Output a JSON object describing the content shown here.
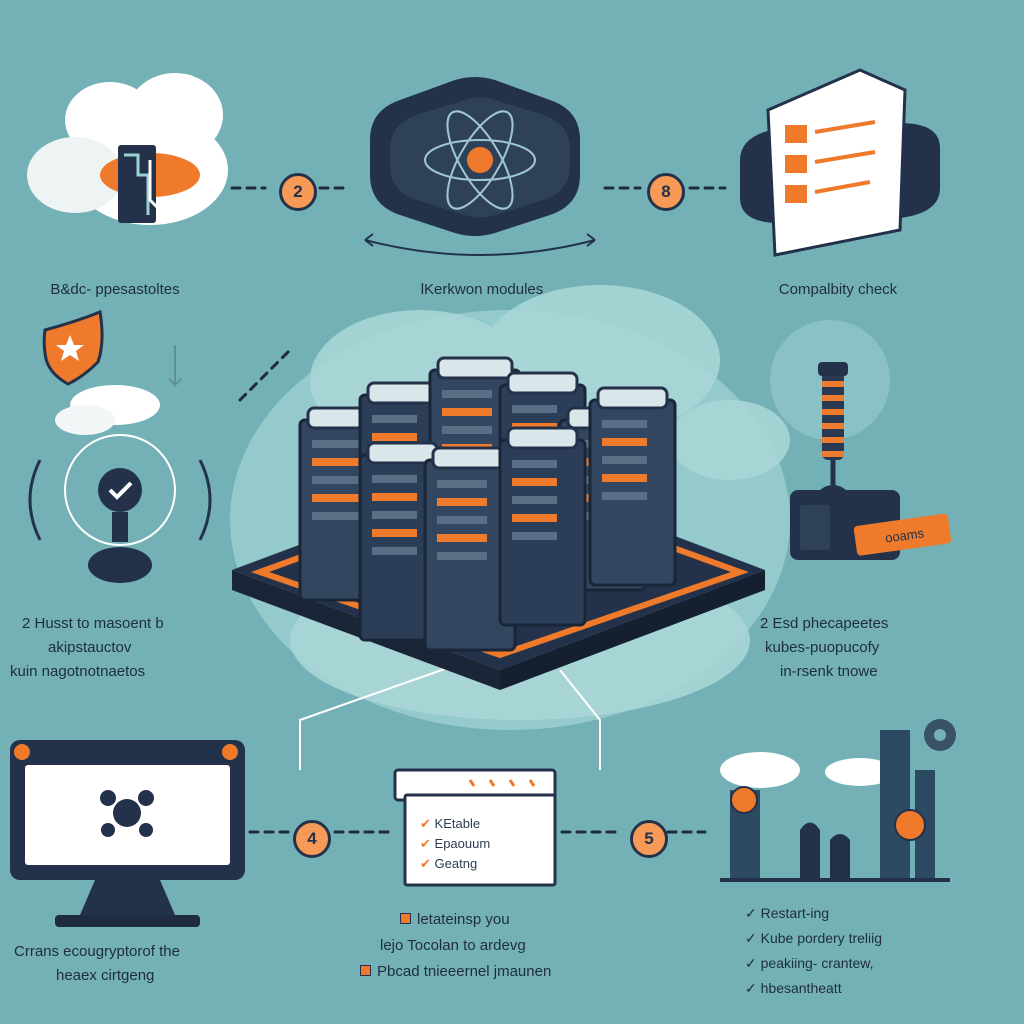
{
  "steps": {
    "step1": {
      "label": "B&dc- ppesastoltes"
    },
    "step2": {
      "badge": "2",
      "label": "lKerkwon modules"
    },
    "step3": {
      "badge": "8",
      "label": "Compalbity check"
    },
    "step4": {
      "badge": "4",
      "lines": [
        "2  Husst to masoent b",
        "akipstauctov",
        "kuin nagotnotnaetos"
      ]
    },
    "step5": {
      "badge": "5",
      "lines": [
        "2  Esd phecapeetes",
        "kubes-puopucofy",
        "in-rsenk tnowe"
      ]
    }
  },
  "monitor": {
    "lines": [
      "Crrans ecougryptorof the",
      "heaex cirtgeng"
    ]
  },
  "checklist_card": {
    "items": [
      "KEtable",
      "Epaouum",
      "Geatng"
    ],
    "caption_lines": [
      "letateinsp you",
      "lejo  Tocolan to ardevg",
      "Pbcad tnieeernel jmaunen"
    ]
  },
  "restart": {
    "bullets": [
      "Restart-ing",
      "Kube pordery treliig",
      "peakiing- crantew,",
      "hbesantheatt"
    ]
  },
  "plug_label": "ooams",
  "colors": {
    "background": "#73b1b6",
    "dark": "#23324a",
    "accent": "#f07a2c",
    "text": "#1f2d3d"
  }
}
